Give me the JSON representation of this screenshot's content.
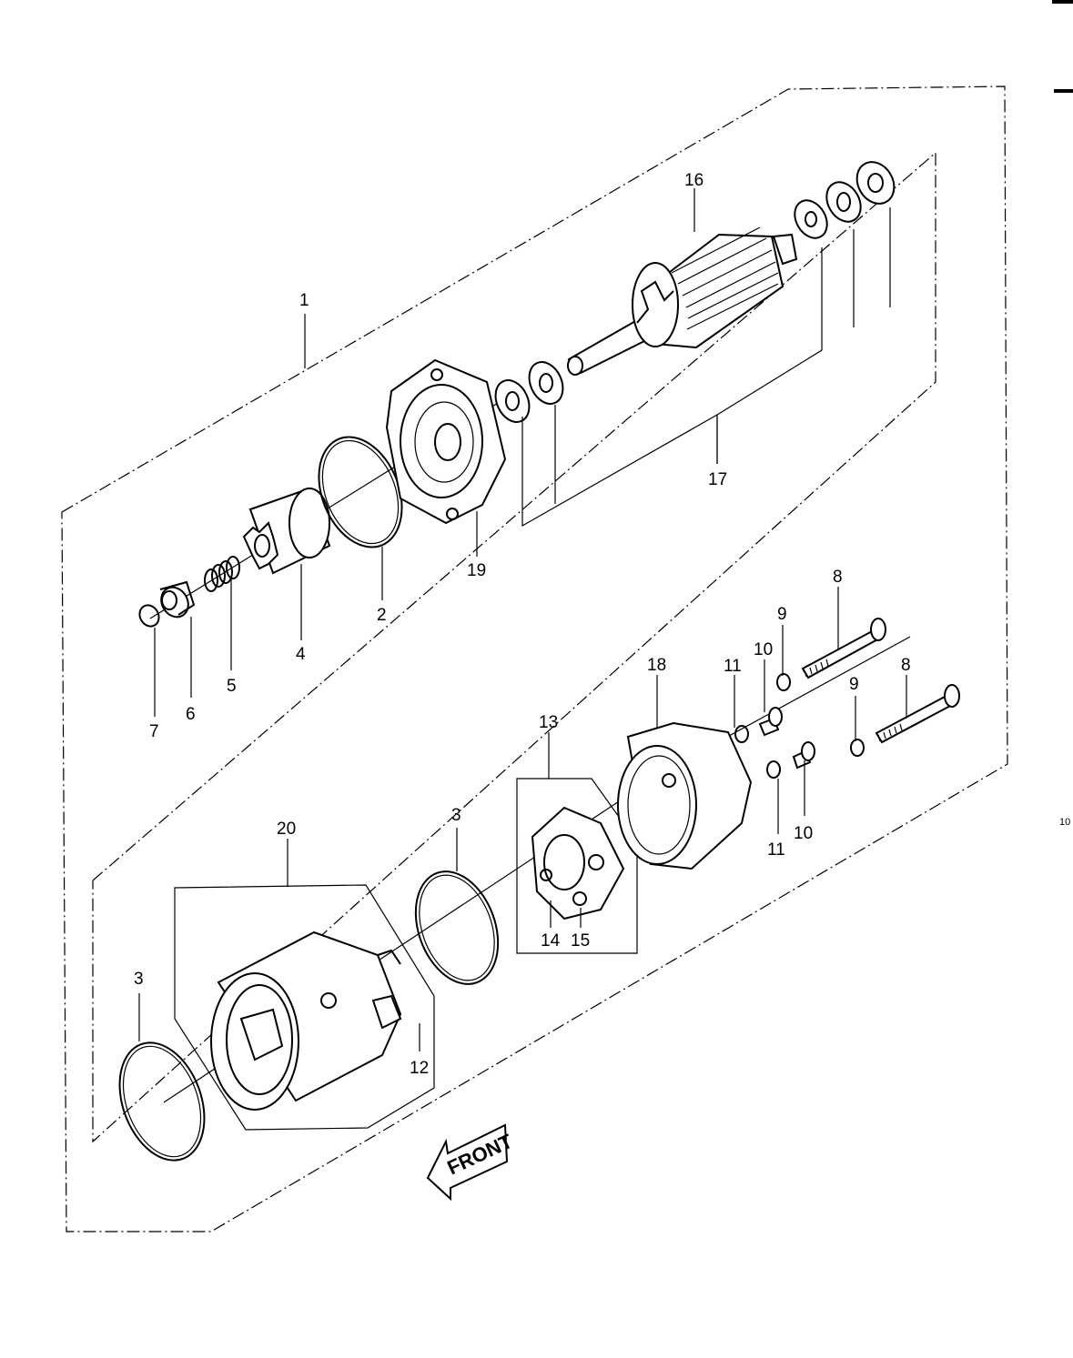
{
  "diagram": {
    "callouts": {
      "p1": "1",
      "p2": "2",
      "p3a": "3",
      "p3b": "3",
      "p4": "4",
      "p5": "5",
      "p6": "6",
      "p7": "7",
      "p8a": "8",
      "p8b": "8",
      "p9a": "9",
      "p9b": "9",
      "p10a": "10",
      "p10b": "10",
      "p11a": "11",
      "p11b": "11",
      "p12": "12",
      "p13": "13",
      "p14": "14",
      "p15": "15",
      "p16": "16",
      "p17": "17",
      "p18": "18",
      "p19": "19",
      "p20": "20"
    },
    "front_label": "FRONT",
    "page_marker": "10"
  }
}
